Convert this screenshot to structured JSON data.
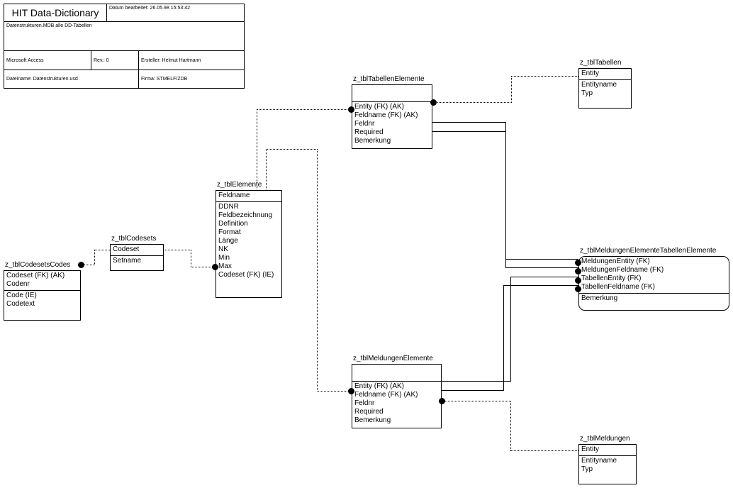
{
  "document": {
    "kind": "er-diagram",
    "notation": "IDEF1X"
  },
  "title_block": {
    "title": "HIT Data-Dictionary",
    "datum_label": "Datum bearbeitet: 26.05.98 15:53:42",
    "description": "Datenstrukturen.MDB alle DD-Tabellen",
    "application": "Microsoft Access",
    "revision": "Rev.: 0",
    "author": "Ersteller: Helmut Hartmann",
    "filename": "Dateiname: Datenstrukturen.usd",
    "company": "Firma: STMELF/ZDB"
  },
  "entities": [
    {
      "id": "tabellen",
      "name": "z_tblTabellen",
      "keys": [
        "Entity"
      ],
      "attributes": [
        "Entityname",
        "Typ"
      ],
      "rounded": false
    },
    {
      "id": "tabellenelemente",
      "name": "z_tblTabellenElemente",
      "keys": [],
      "attributes": [
        "Entity (FK) (AK)",
        "Feldname (FK) (AK)",
        "Feldnr",
        "Required",
        "Bemerkung"
      ],
      "rounded": false
    },
    {
      "id": "elemente",
      "name": "z_tblElemente",
      "keys": [
        "Feldname"
      ],
      "attributes": [
        "DDNR",
        "Feldbezeichnung",
        "Definition",
        "Format",
        "Länge",
        "NK",
        "Min",
        "Max",
        "Codeset (FK) (IE)"
      ],
      "rounded": false
    },
    {
      "id": "codesets",
      "name": "z_tblCodesets",
      "keys": [
        "Codeset"
      ],
      "attributes": [
        "Setname"
      ],
      "rounded": false
    },
    {
      "id": "codesetscodes",
      "name": "z_tblCodesetsCodes",
      "keys": [
        "Codeset (FK) (AK)",
        "Codenr"
      ],
      "attributes": [
        "Code (IE)",
        "Codetext"
      ],
      "rounded": false
    },
    {
      "id": "meldungenelementetabellenelemente",
      "name": "z_tblMeldungenElementeTabellenElemente",
      "keys": [
        "MeldungenEntity (FK)",
        "MeldungenFeldname (FK)",
        "TabellenEntity (FK)",
        "TabellenFeldname (FK)"
      ],
      "attributes": [
        "Bemerkung"
      ],
      "rounded": true
    },
    {
      "id": "meldungenelemente",
      "name": "z_tblMeldungenElemente",
      "keys": [],
      "attributes": [
        "Entity (FK) (AK)",
        "Feldname (FK) (AK)",
        "Feldnr",
        "Required",
        "Bemerkung"
      ],
      "rounded": false
    },
    {
      "id": "meldungen",
      "name": "z_tblMeldungen",
      "keys": [
        "Entity"
      ],
      "attributes": [
        "Entityname",
        "Typ"
      ],
      "rounded": false
    }
  ],
  "relationships": [
    {
      "id": "rel-tabellen-tabellenelemente",
      "style": "non-identifying",
      "from": "z_tblTabellen",
      "to": "z_tblTabellenElemente"
    },
    {
      "id": "rel-elemente-tabellenelemente",
      "style": "non-identifying",
      "from": "z_tblElemente",
      "to": "z_tblTabellenElemente"
    },
    {
      "id": "rel-elemente-meldungenelemente",
      "style": "non-identifying",
      "from": "z_tblElemente",
      "to": "z_tblMeldungenElemente"
    },
    {
      "id": "rel-codesets-codesetscodes",
      "style": "non-identifying",
      "from": "z_tblCodesets",
      "to": "z_tblCodesetsCodes"
    },
    {
      "id": "rel-codesets-elemente",
      "style": "non-identifying",
      "from": "z_tblCodesets",
      "to": "z_tblElemente"
    },
    {
      "id": "rel-tabellenelemente-link",
      "style": "identifying",
      "from": "z_tblTabellenElemente",
      "to": "z_tblMeldungenElementeTabellenElemente"
    },
    {
      "id": "rel-meldungenelemente-link",
      "style": "identifying",
      "from": "z_tblMeldungenElemente",
      "to": "z_tblMeldungenElementeTabellenElemente"
    },
    {
      "id": "rel-meldungen-meldungenelemente",
      "style": "non-identifying",
      "from": "z_tblMeldungen",
      "to": "z_tblMeldungenElemente"
    }
  ]
}
